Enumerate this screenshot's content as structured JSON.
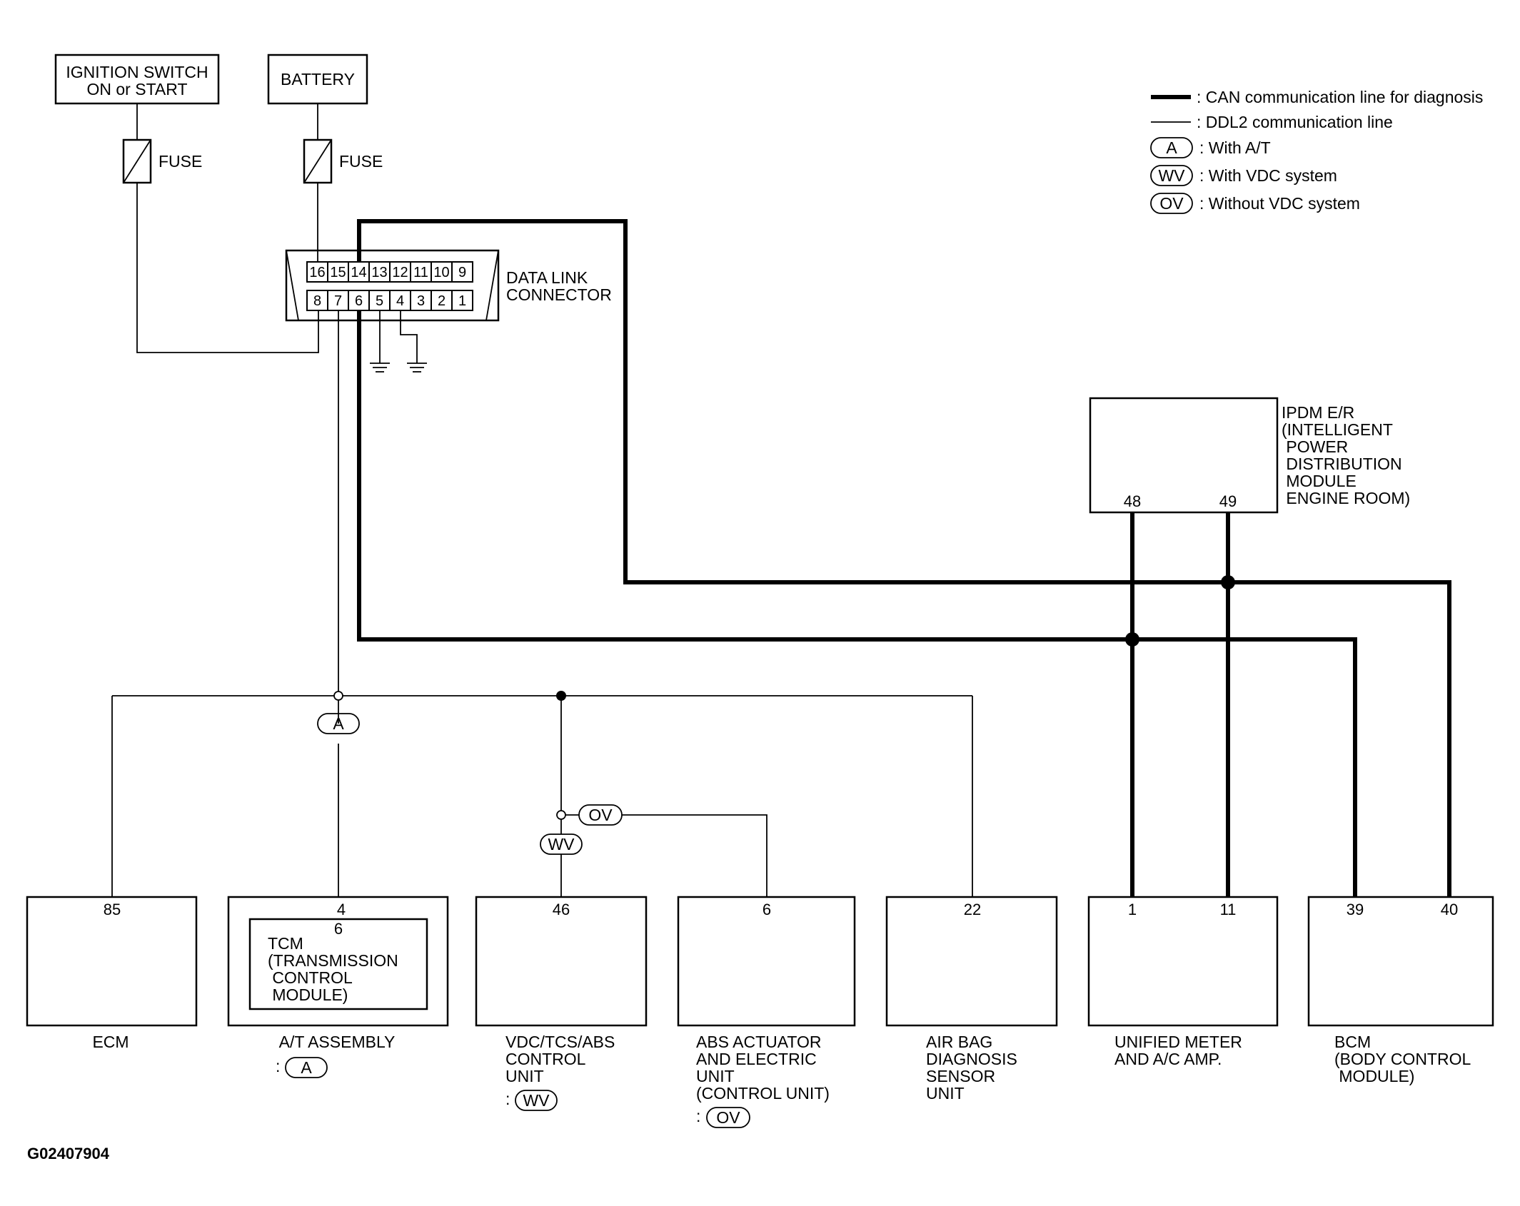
{
  "legend": {
    "can_line": ": CAN communication line for diagnosis",
    "ddl2_line": ": DDL2 communication line",
    "tags": [
      {
        "tag": "A",
        "text": ": With A/T"
      },
      {
        "tag": "WV",
        "text": ": With VDC system"
      },
      {
        "tag": "OV",
        "text": ": Without VDC system"
      }
    ]
  },
  "power": {
    "ignition_line1": "IGNITION SWITCH",
    "ignition_line2": "ON or START",
    "battery": "BATTERY",
    "fuse": "FUSE"
  },
  "dlc": {
    "label_line1": "DATA LINK",
    "label_line2": "CONNECTOR",
    "top_pins": [
      "16",
      "15",
      "14",
      "13",
      "12",
      "11",
      "10",
      "9"
    ],
    "bottom_pins": [
      "8",
      "7",
      "6",
      "5",
      "4",
      "3",
      "2",
      "1"
    ]
  },
  "ipdm": {
    "label_lines": [
      "IPDM E/R",
      "(INTELLIGENT",
      " POWER",
      " DISTRIBUTION",
      " MODULE",
      " ENGINE ROOM)"
    ],
    "pin_left": "48",
    "pin_right": "49"
  },
  "units": {
    "ecm": {
      "pin": "85",
      "label_lines": [
        "ECM"
      ]
    },
    "at": {
      "pin_outer": "4",
      "pin_inner": "6",
      "inner_lines": [
        "TCM",
        "(TRANSMISSION",
        " CONTROL",
        " MODULE)"
      ],
      "label_lines": [
        "A/T ASSEMBLY"
      ],
      "cond_prefix": ":",
      "cond_tag": "A"
    },
    "vdc": {
      "pin": "46",
      "label_lines": [
        "VDC/TCS/ABS",
        "CONTROL",
        "UNIT"
      ],
      "cond_prefix": ":",
      "cond_tag": "WV"
    },
    "abs": {
      "pin": "6",
      "label_lines": [
        "ABS ACTUATOR",
        "AND ELECTRIC",
        "UNIT",
        "(CONTROL UNIT)"
      ],
      "cond_prefix": ":",
      "cond_tag": "OV"
    },
    "airbag": {
      "pin": "22",
      "label_lines": [
        "AIR BAG",
        "DIAGNOSIS",
        "SENSOR",
        "UNIT"
      ]
    },
    "meter": {
      "pin_left": "1",
      "pin_right": "11",
      "label_lines": [
        "UNIFIED METER",
        "AND A/C AMP."
      ]
    },
    "bcm": {
      "pin_left": "39",
      "pin_right": "40",
      "label_lines": [
        "BCM",
        "(BODY CONTROL",
        " MODULE)"
      ]
    }
  },
  "bus_tags": {
    "a": "A",
    "wv": "WV",
    "ov": "OV"
  },
  "figure_id": "G02407904"
}
